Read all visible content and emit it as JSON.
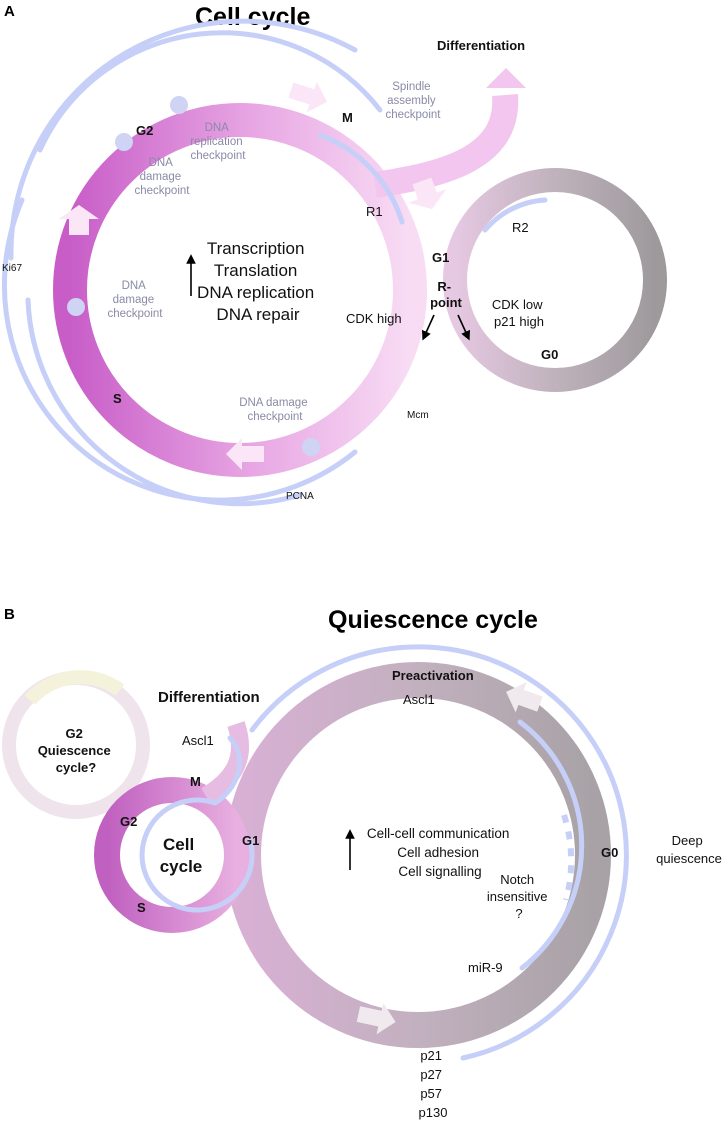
{
  "panelA": {
    "letter": "A",
    "title": "Cell cycle",
    "differentiation": "Differentiation",
    "phases": {
      "g2": "G2",
      "m": "M",
      "g1": "G1",
      "s": "S",
      "g0": "G0"
    },
    "checkpoints": {
      "spindle": [
        "Spindle",
        "assembly",
        "checkpoint"
      ],
      "dna_replication": [
        "DNA",
        "replication",
        "checkpoint"
      ],
      "dna_damage_top": [
        "DNA",
        "damage",
        "checkpoint"
      ],
      "dna_damage_left": [
        "DNA",
        "damage",
        "checkpoint"
      ],
      "dna_damage_bottom": [
        "DNA damage",
        "checkpoint"
      ]
    },
    "r1": "R1",
    "r2": "R2",
    "rpoint": [
      "R-",
      "point"
    ],
    "center_lines": [
      "Transcription",
      "Translation",
      "DNA replication",
      "DNA repair"
    ],
    "cdk_high": "CDK high",
    "cdk_low": [
      "CDK low",
      "p21 high"
    ],
    "markers": {
      "ki67": "Ki67",
      "mcm": "Mcm",
      "pcna": "PCNA"
    }
  },
  "panelB": {
    "letter": "B",
    "title": "Quiescence cycle",
    "differentiation": "Differentiation",
    "g2_quiescence": [
      "G2",
      "Quiescence",
      "cycle?"
    ],
    "ascl1_left": "Ascl1",
    "ascl1_top": "Ascl1",
    "preactivation": "Preactivation",
    "phases": {
      "m": "M",
      "g2": "G2",
      "g1": "G1",
      "s": "S",
      "g0": "G0"
    },
    "cell_cycle": [
      "Cell",
      "cycle"
    ],
    "center_lines": [
      "Cell-cell communication",
      "Cell adhesion",
      "Cell signalling"
    ],
    "notch": [
      "Notch",
      "insensitive",
      "?"
    ],
    "mir9": "miR-9",
    "deep_quiescence": [
      "Deep",
      "quiescence"
    ],
    "cdk_inhibitors": [
      "p21",
      "p27",
      "p57",
      "p130"
    ]
  },
  "colors": {
    "magenta": "#c85dc8",
    "light_pink": "#f6d2f2",
    "grey": "#a8a2a6",
    "mauve": "#c6b0c2",
    "marker_blue": "#c6cff8"
  }
}
